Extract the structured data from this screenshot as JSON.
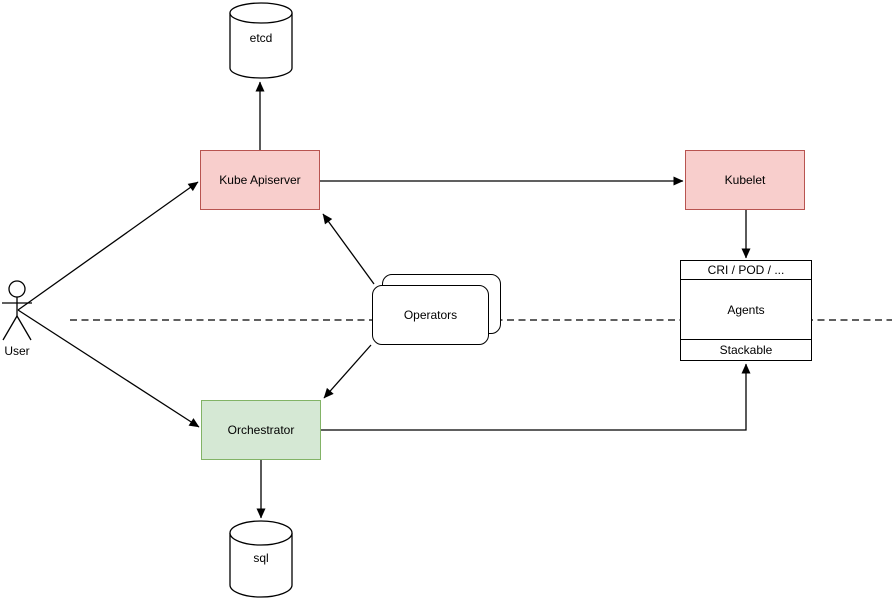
{
  "diagram": {
    "nodes": {
      "etcd": {
        "label": "etcd",
        "shape": "cylinder"
      },
      "kube_apiserver": {
        "label": "Kube Apiserver",
        "fill": "#f8cecc"
      },
      "kubelet": {
        "label": "Kubelet",
        "fill": "#f8cecc"
      },
      "cri_stack": {
        "rows": [
          "CRI / POD / ...",
          "Agents",
          "Stackable"
        ]
      },
      "operators": {
        "label": "Operators",
        "shape": "stacked-rounded-rectangle"
      },
      "orchestrator": {
        "label": "Orchestrator",
        "fill": "#d5e8d4"
      },
      "sql": {
        "label": "sql",
        "shape": "cylinder"
      },
      "user": {
        "label": "User",
        "shape": "actor"
      }
    },
    "edges": [
      {
        "from": "User",
        "to": "Kube Apiserver"
      },
      {
        "from": "User",
        "to": "Orchestrator"
      },
      {
        "from": "Kube Apiserver",
        "to": "etcd"
      },
      {
        "from": "Kube Apiserver",
        "to": "Kubelet"
      },
      {
        "from": "Operators",
        "to": "Kube Apiserver"
      },
      {
        "from": "Operators",
        "to": "Orchestrator"
      },
      {
        "from": "Kubelet",
        "to": "CRI / POD / ..."
      },
      {
        "from": "Orchestrator",
        "to": "Stackable"
      },
      {
        "from": "Orchestrator",
        "to": "sql"
      }
    ],
    "separator": {
      "style": "dashed",
      "orientation": "horizontal"
    },
    "colors": {
      "pink_fill": "#f8cecc",
      "pink_stroke": "#b85450",
      "green_fill": "#d5e8d4",
      "green_stroke": "#82b366",
      "neutral_stroke": "#000000",
      "background": "#ffffff"
    }
  }
}
